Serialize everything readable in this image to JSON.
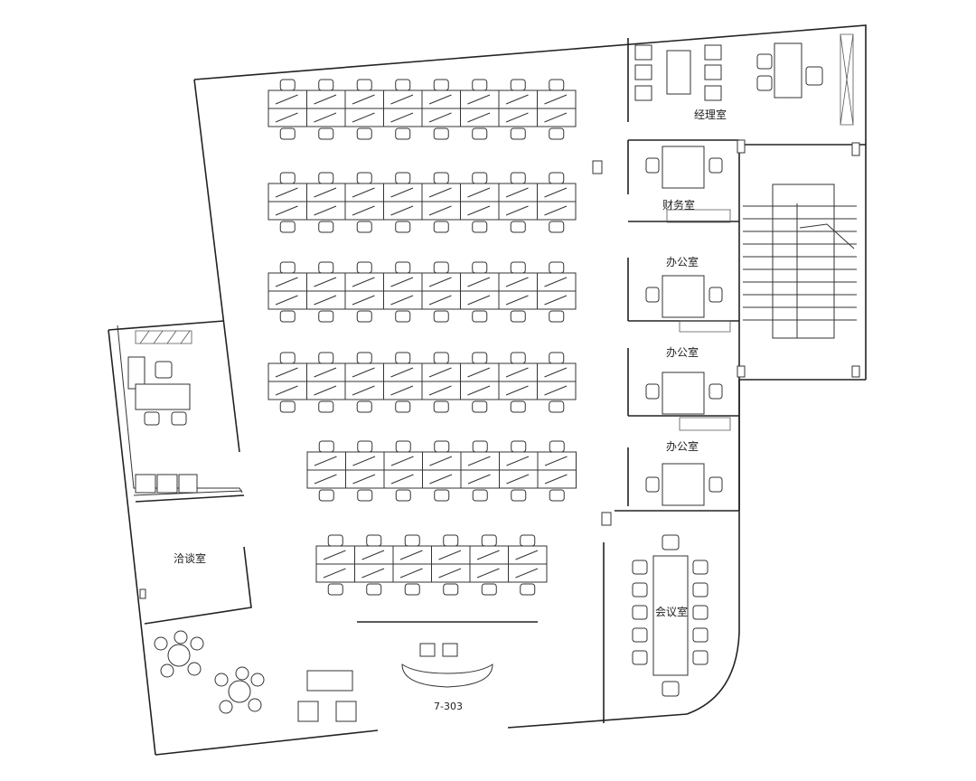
{
  "rooms": {
    "manager_office": "经理室",
    "finance_office": "财务室",
    "office_1": "办公室",
    "office_2": "办公室",
    "office_3": "办公室",
    "meeting_room": "会议室",
    "negotiation_room": "洽谈室"
  },
  "unit_number": "7-303",
  "workstation_rows": [
    {
      "cols": 8,
      "sides": 2
    },
    {
      "cols": 8,
      "sides": 2
    },
    {
      "cols": 8,
      "sides": 2
    },
    {
      "cols": 8,
      "sides": 2
    },
    {
      "cols": 7,
      "sides": 2
    },
    {
      "cols": 6,
      "sides": 2
    }
  ],
  "colors": {
    "line": "#222222",
    "background": "#ffffff"
  }
}
